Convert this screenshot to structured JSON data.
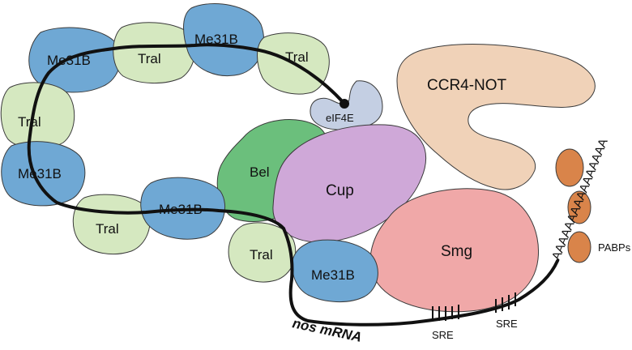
{
  "labels": {
    "me31b": "Me31B",
    "tral": "Tral",
    "eif4e": "eIF4E",
    "bel": "Bel",
    "cup": "Cup",
    "smg": "Smg",
    "ccr4_not": "CCR4-NOT",
    "pabps": "PABPs",
    "sre": "SRE",
    "nos_mrna": "nos mRNA",
    "polya_tail": "AAAAAAAAAAAAAAAA"
  },
  "colors": {
    "me31b": "#6fa8d4",
    "tral": "#d5e8c0",
    "eif4e": "#c4cfe3",
    "bel": "#6bbf7c",
    "cup": "#cfa8d8",
    "smg": "#f0a8a8",
    "ccr4_not": "#f0d2b8",
    "pabp": "#d9844a",
    "line": "#111111"
  }
}
